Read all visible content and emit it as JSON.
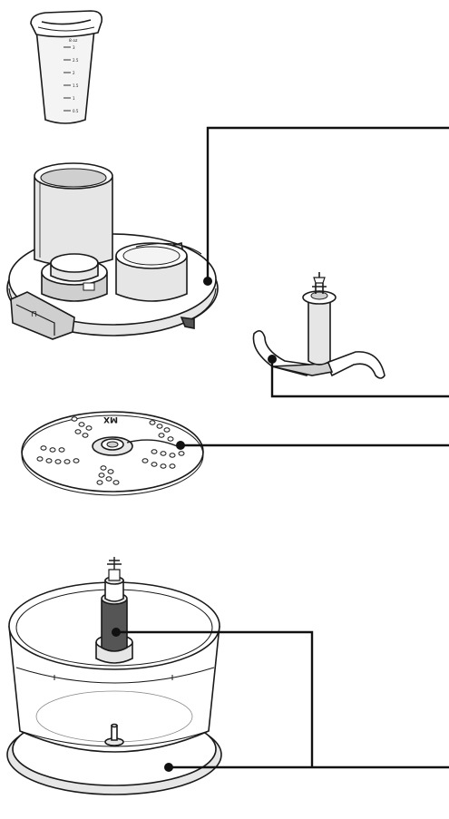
{
  "cup": {
    "unit_label": "8 oz",
    "graduations": [
      "3",
      "2.5",
      "2",
      "1.5",
      "1",
      "0.5"
    ]
  },
  "disc": {
    "marking": "MX"
  },
  "colors": {
    "line": "#1a1a1a",
    "part_fill": "#ffffff",
    "shade_light": "#e6e6e6",
    "shade_mid": "#cfcfcf",
    "shade_dark": "#555555",
    "callout": "#111111"
  },
  "parts": [
    "measuring-cup",
    "lid-with-feed-tube",
    "chopping-blade",
    "slicing-grating-disc",
    "drive-shaft",
    "bowl"
  ]
}
